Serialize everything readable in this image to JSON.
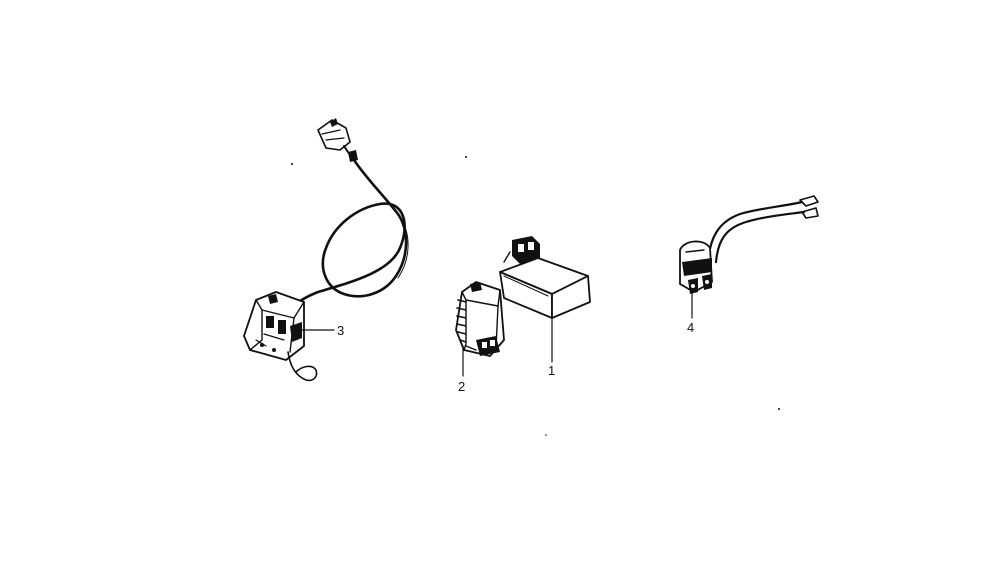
{
  "diagram": {
    "callouts": [
      {
        "id": "1",
        "label": "1"
      },
      {
        "id": "2",
        "label": "2"
      },
      {
        "id": "3",
        "label": "3"
      },
      {
        "id": "4",
        "label": "4"
      }
    ],
    "colors": {
      "ink": "#111111",
      "background": "#ffffff"
    }
  }
}
